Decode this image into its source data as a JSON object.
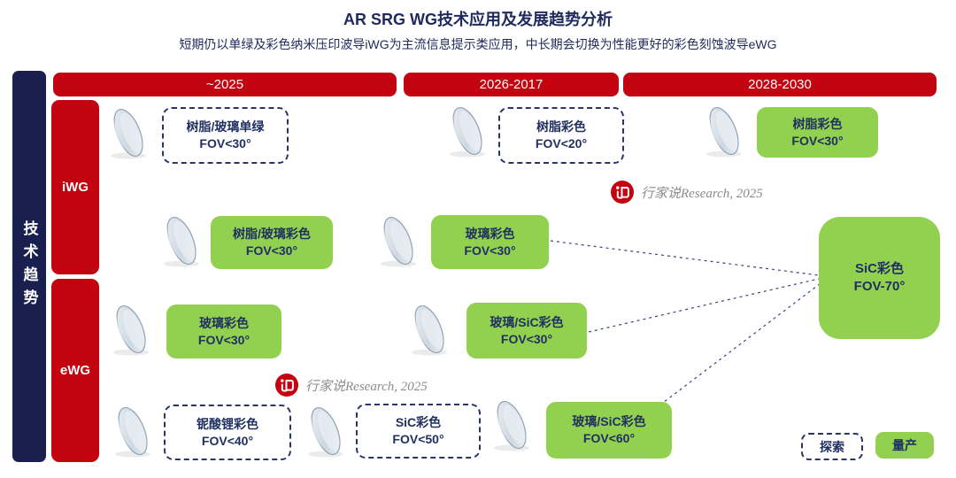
{
  "title": "AR SRG WG技术应用及发展趋势分析",
  "subtitle": "短期仍以单绿及彩色纳米压印波导iWG为主流信息提示类应用，中长期会切换为性能更好的彩色刻蚀波导eWG",
  "sidebar": {
    "label": "技术趋势"
  },
  "columns": [
    {
      "label": "~2025"
    },
    {
      "label": "2026-2017"
    },
    {
      "label": "2028-2030"
    }
  ],
  "rows": [
    {
      "label": "iWG"
    },
    {
      "label": "eWG"
    }
  ],
  "nodes": [
    {
      "row": "iWG",
      "column": "~2025",
      "status": "探索",
      "line1": "树脂/玻璃单绿",
      "line2": "FOV<30°"
    },
    {
      "row": "iWG",
      "column": "2026-2017",
      "status": "探索",
      "line1": "树脂彩色",
      "line2": "FOV<20°"
    },
    {
      "row": "iWG",
      "column": "2028-2030",
      "status": "量产",
      "line1": "树脂彩色",
      "line2": "FOV<30°"
    },
    {
      "row": "iWG",
      "column": "~2025",
      "status": "量产",
      "line1": "树脂/玻璃彩色",
      "line2": "FOV<30°"
    },
    {
      "row": "iWG",
      "column": "2026-2017",
      "status": "量产",
      "line1": "玻璃彩色",
      "line2": "FOV<30°"
    },
    {
      "row": "eWG",
      "column": "~2025",
      "status": "量产",
      "line1": "玻璃彩色",
      "line2": "FOV<30°"
    },
    {
      "row": "eWG",
      "column": "2026-2017",
      "status": "量产",
      "line1": "玻璃/SiC彩色",
      "line2": "FOV<30°"
    },
    {
      "row": "eWG",
      "column": "~2025",
      "status": "探索",
      "line1": "铌酸锂彩色",
      "line2": "FOV<40°"
    },
    {
      "row": "eWG",
      "column": "2026-2017",
      "status": "探索",
      "line1": "SiC彩色",
      "line2": "FOV<50°"
    },
    {
      "row": "eWG",
      "column": "2026-2017",
      "status": "量产",
      "line1": "玻璃/SiC彩色",
      "line2": "FOV<60°"
    },
    {
      "row": "iWG/eWG",
      "column": "2028-2030",
      "status": "量产",
      "line1": "SiC彩色",
      "line2": "FOV-70°"
    }
  ],
  "connections": [
    {
      "from": "玻璃彩色 FOV<30° (iWG 2026-2017)",
      "to": "SiC彩色 FOV-70°"
    },
    {
      "from": "玻璃/SiC彩色 FOV<30° (eWG 2026-2017)",
      "to": "SiC彩色 FOV-70°"
    },
    {
      "from": "玻璃/SiC彩色 FOV<60° (eWG 2026-2017)",
      "to": "SiC彩色 FOV-70°"
    }
  ],
  "legend": {
    "explore": "探索",
    "mass": "量产"
  },
  "watermark": {
    "text": "行家说Research, 2025"
  },
  "colors": {
    "red": "#C3030F",
    "dark_navy": "#191F4E",
    "navy_text": "#1F2A5C",
    "green": "#92D050",
    "watermark_gray": "#8C8C8C"
  }
}
